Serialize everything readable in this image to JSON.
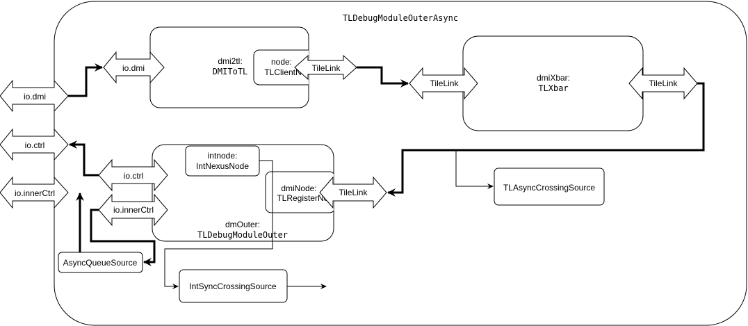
{
  "outer": {
    "title": "TLDebugModuleOuterAsync"
  },
  "ports_left": {
    "dmi": "io.dmi",
    "ctrl": "io.ctrl",
    "innerCtrl": "io.innerCtrl"
  },
  "dmi2tl": {
    "name_line1": "dmi2tl:",
    "name_line2": "DMIToTL",
    "port_in": "io.dmi",
    "node_line1": "node:",
    "node_line2": "TLClientNode",
    "port_out": "TileLink"
  },
  "dmiXbar": {
    "name_line1": "dmiXbar:",
    "name_line2": "TLXbar",
    "port_in": "TileLink",
    "port_out": "TileLink"
  },
  "dmOuter": {
    "name_line1": "dmOuter:",
    "name_line2": "TLDebugModuleOuter",
    "intnode_line1": "intnode:",
    "intnode_line2": "IntNexusNode",
    "dminode_line1": "dmiNode:",
    "dminode_line2": "TLRegisterNode",
    "port_ctrl": "io.ctrl",
    "port_innerCtrl": "io.innerCtrl",
    "port_tl": "TileLink"
  },
  "asyncQueueSource": "AsyncQueueSource",
  "tlAsyncCrossingSource": "TLAsyncCrossingSource",
  "intSyncCrossingSource": "IntSyncCrossingSource"
}
